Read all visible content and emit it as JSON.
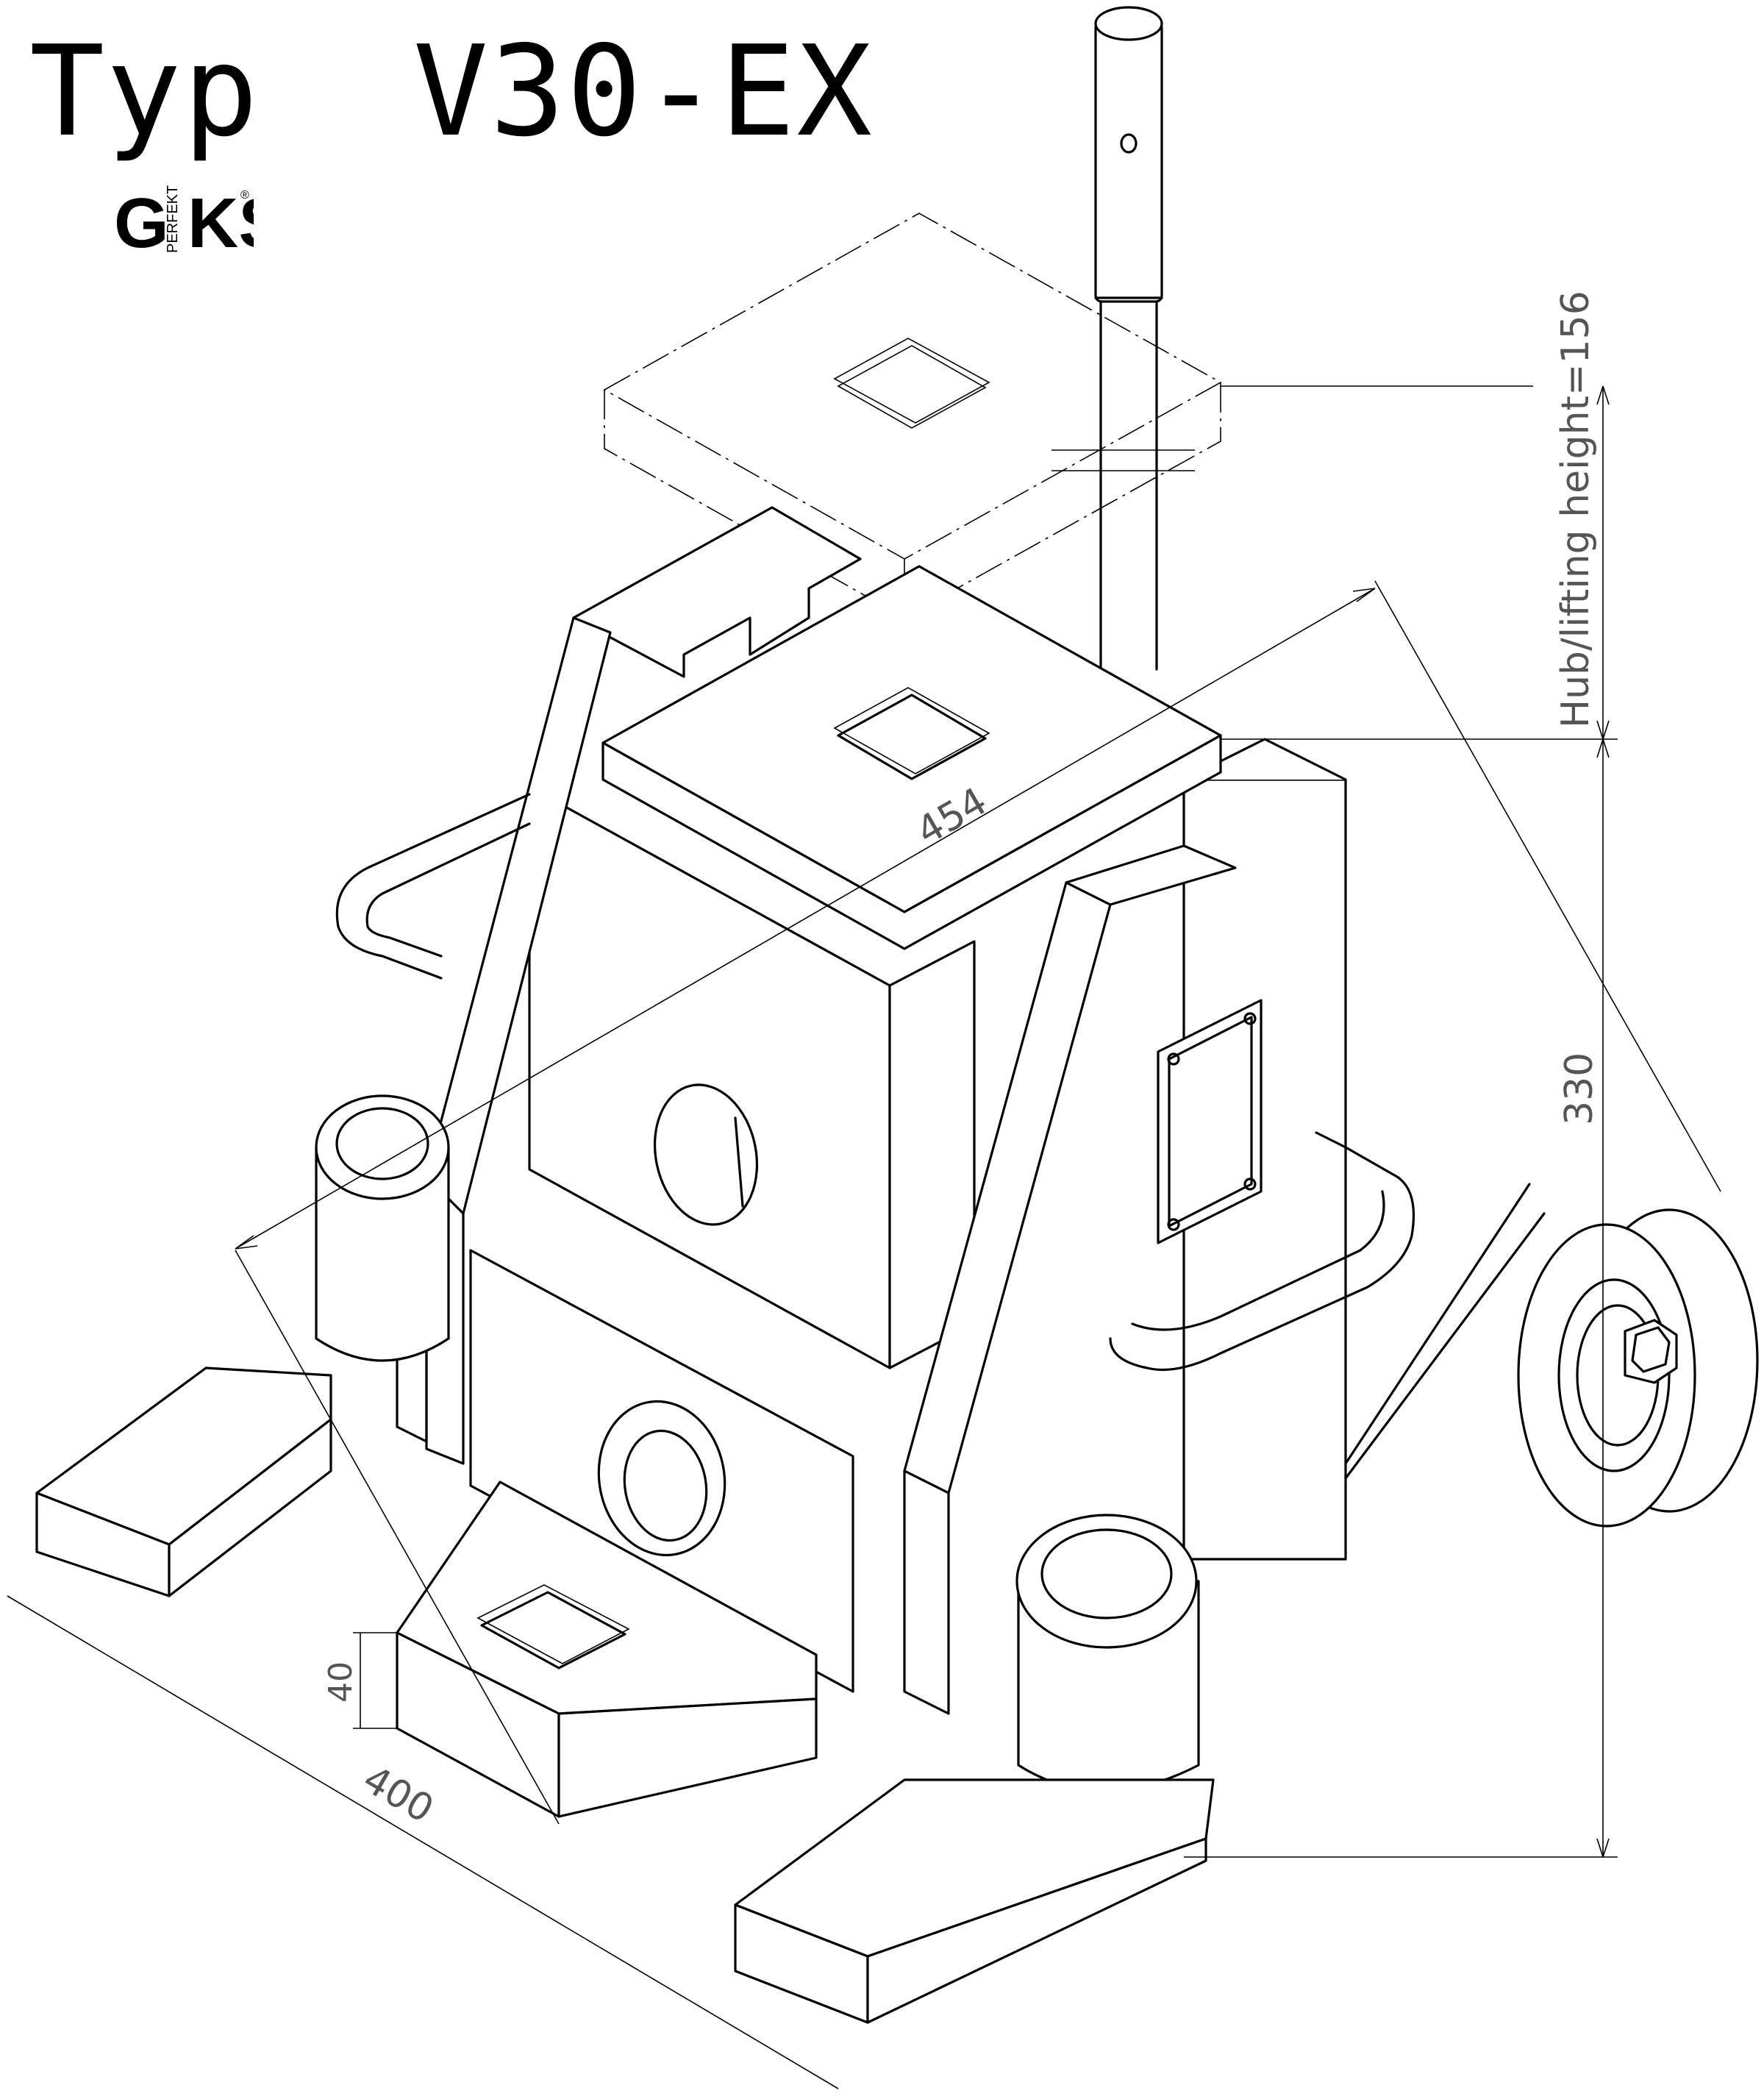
{
  "title": "Typ  V30-EX",
  "logo": {
    "letters_left": "G",
    "letters_right": "KS",
    "vertical_text": "PERFEKT",
    "mark": "®"
  },
  "dimensions": {
    "width_454": "454",
    "length_400": "400",
    "height_330": "330",
    "toe_40": "40",
    "lifting_height": "Hub/lifting height=156"
  }
}
